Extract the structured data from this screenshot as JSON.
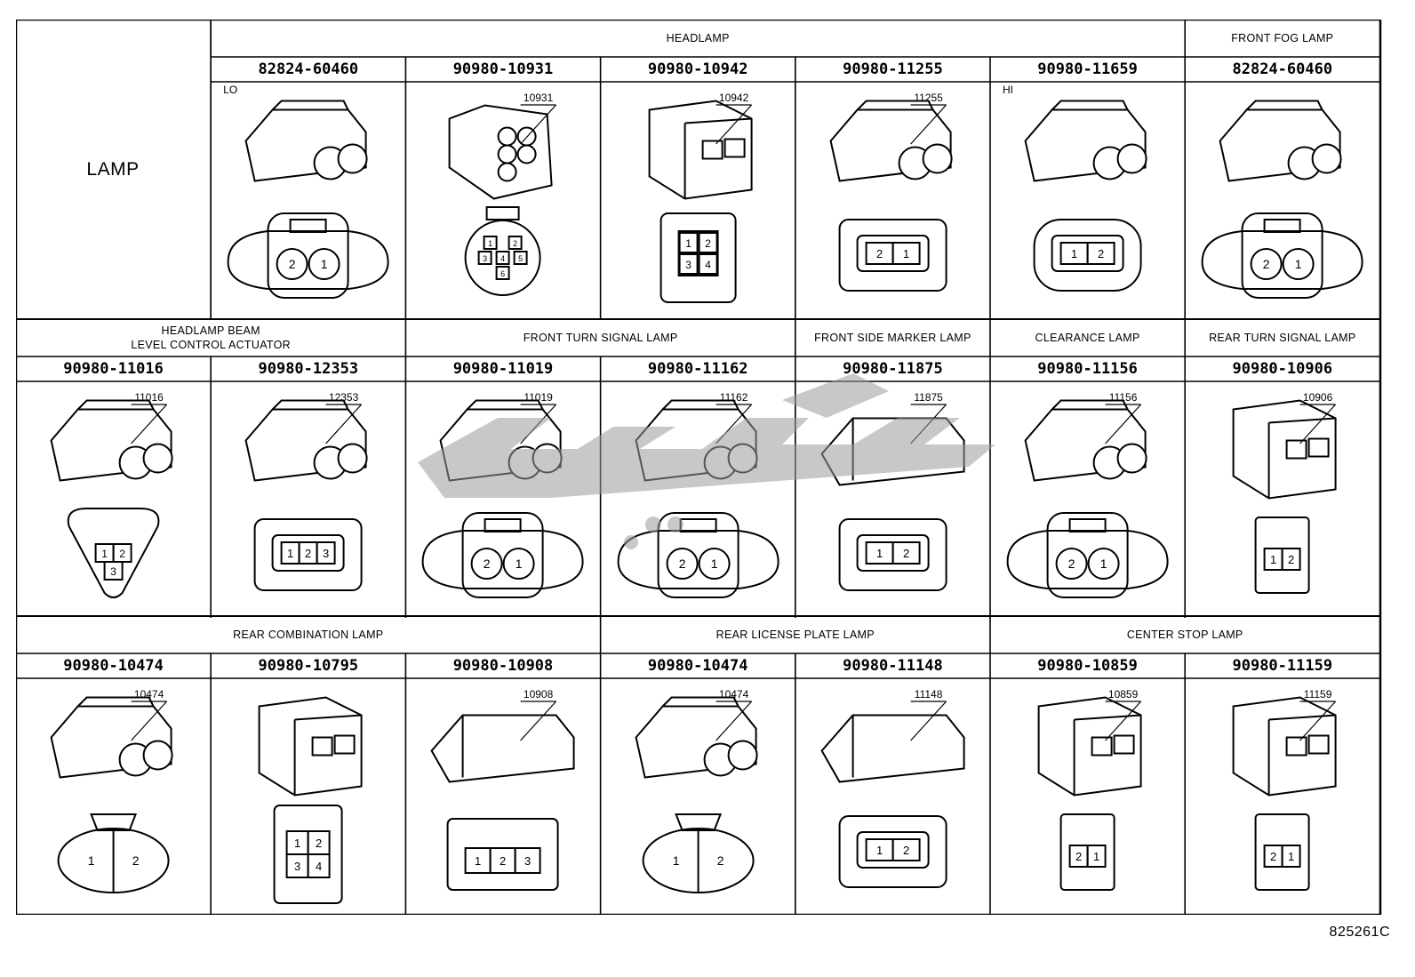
{
  "corner_title": "LAMP",
  "figure_id": "825261C",
  "rows": [
    {
      "groups": [
        {
          "label": "HEADLAMP",
          "span": 5
        },
        {
          "label": "FRONT FOG LAMP",
          "span": 1
        }
      ],
      "parts": [
        {
          "pn": "82824-60460",
          "tag": "LO",
          "callout": "",
          "view": "round2",
          "pins": [
            "2",
            "1"
          ]
        },
        {
          "pn": "90980-10931",
          "tag": "",
          "callout": "10931",
          "view": "round6",
          "pins": [
            "1",
            "2",
            "3",
            "4",
            "5",
            "6"
          ]
        },
        {
          "pn": "90980-10942",
          "tag": "",
          "callout": "10942",
          "view": "box4",
          "pins": [
            "1",
            "2",
            "3",
            "4"
          ]
        },
        {
          "pn": "90980-11255",
          "tag": "",
          "callout": "11255",
          "view": "wide2",
          "pins": [
            "2",
            "1"
          ]
        },
        {
          "pn": "90980-11659",
          "tag": "HI",
          "callout": "",
          "view": "oval2",
          "pins": [
            "1",
            "2"
          ]
        },
        {
          "pn": "82824-60460",
          "tag": "",
          "callout": "",
          "view": "round2",
          "pins": [
            "2",
            "1"
          ]
        }
      ]
    },
    {
      "groups": [
        {
          "label": "HEADLAMP BEAM\nLEVEL CONTROL ACTUATOR",
          "span": 2
        },
        {
          "label": "FRONT TURN SIGNAL LAMP",
          "span": 2
        },
        {
          "label": "FRONT SIDE MARKER LAMP",
          "span": 1
        },
        {
          "label": "CLEARANCE LAMP",
          "span": 1
        },
        {
          "label": "REAR TURN SIGNAL LAMP",
          "span": 1
        }
      ],
      "parts": [
        {
          "pn": "90980-11016",
          "tag": "",
          "callout": "11016",
          "view": "tri3",
          "pins": [
            "1",
            "2",
            "3"
          ]
        },
        {
          "pn": "90980-12353",
          "tag": "",
          "callout": "12353",
          "view": "wide3",
          "pins": [
            "1",
            "2",
            "3"
          ]
        },
        {
          "pn": "90980-11019",
          "tag": "",
          "callout": "11019",
          "view": "round2s",
          "pins": [
            "2",
            "1"
          ]
        },
        {
          "pn": "90980-11162",
          "tag": "",
          "callout": "11162",
          "view": "round2s",
          "pins": [
            "2",
            "1"
          ]
        },
        {
          "pn": "90980-11875",
          "tag": "",
          "callout": "11875",
          "view": "flat2",
          "pins": [
            "1",
            "2"
          ]
        },
        {
          "pn": "90980-11156",
          "tag": "",
          "callout": "11156",
          "view": "round2",
          "pins": [
            "2",
            "1"
          ]
        },
        {
          "pn": "90980-10906",
          "tag": "",
          "callout": "10906",
          "view": "sq2",
          "pins": [
            "1",
            "2"
          ]
        }
      ]
    },
    {
      "groups": [
        {
          "label": "REAR COMBINATION LAMP",
          "span": 3
        },
        {
          "label": "REAR LICENSE PLATE LAMP",
          "span": 2
        },
        {
          "label": "CENTER STOP LAMP",
          "span": 2
        }
      ],
      "parts": [
        {
          "pn": "90980-10474",
          "tag": "",
          "callout": "10474",
          "view": "ellipse2",
          "pins": [
            "1",
            "2"
          ]
        },
        {
          "pn": "90980-10795",
          "tag": "",
          "callout": "",
          "view": "grid4",
          "pins": [
            "1",
            "2",
            "3",
            "4"
          ]
        },
        {
          "pn": "90980-10908",
          "tag": "",
          "callout": "10908",
          "view": "row3",
          "pins": [
            "1",
            "2",
            "3"
          ]
        },
        {
          "pn": "90980-10474",
          "tag": "",
          "callout": "10474",
          "view": "ellipse2",
          "pins": [
            "1",
            "2"
          ]
        },
        {
          "pn": "90980-11148",
          "tag": "",
          "callout": "11148",
          "view": "flat2b",
          "pins": [
            "1",
            "2"
          ]
        },
        {
          "pn": "90980-10859",
          "tag": "",
          "callout": "10859",
          "view": "sq2b",
          "pins": [
            "2",
            "1"
          ]
        },
        {
          "pn": "90980-11159",
          "tag": "",
          "callout": "11159",
          "view": "sq2c",
          "pins": [
            "2",
            "1"
          ]
        }
      ]
    }
  ]
}
